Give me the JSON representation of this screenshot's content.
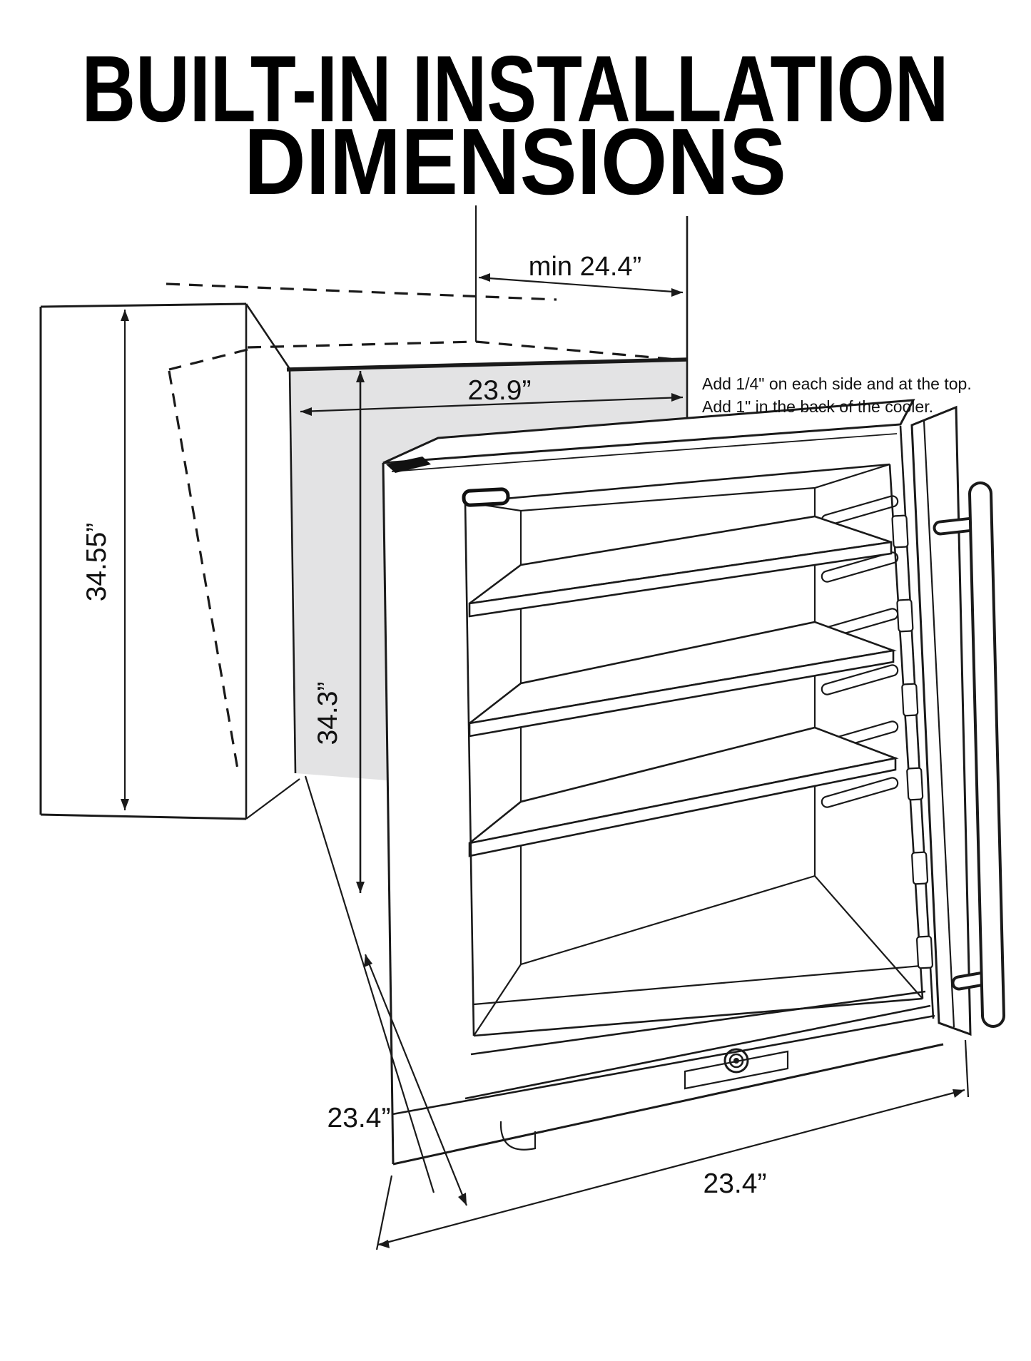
{
  "title": {
    "line1": "BUILT-IN INSTALLATION",
    "line2": "DIMENSIONS"
  },
  "dims": {
    "niche_depth_min": "min 24.4”",
    "niche_width": "23.9”",
    "niche_height": "34.55”",
    "cooler_height": "34.3”",
    "cooler_depth": "23.4”",
    "cooler_width": "23.4”"
  },
  "note": {
    "line1": "Add 1/4\" on each side and at the top.",
    "line2": "Add 1\" in the back of the cooler."
  },
  "colors": {
    "line": "#1a1a1a",
    "niche_fill": "#e3e3e4",
    "background": "#ffffff"
  }
}
